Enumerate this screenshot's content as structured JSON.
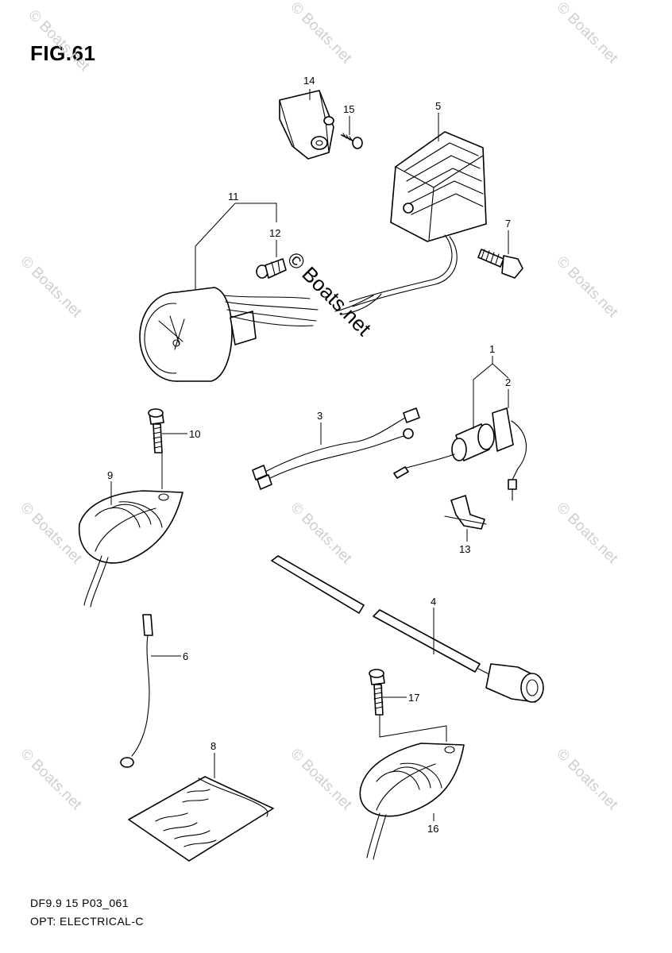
{
  "figure": {
    "title": "FIG.61"
  },
  "footer": {
    "code": "DF9.9 15 P03_061",
    "caption": "OPT: ELECTRICAL-C"
  },
  "watermark": {
    "text": "© Boats.net"
  },
  "callouts": [
    "1",
    "2",
    "3",
    "4",
    "5",
    "6",
    "7",
    "8",
    "9",
    "10",
    "11",
    "12",
    "13",
    "14",
    "15",
    "16",
    "17"
  ]
}
